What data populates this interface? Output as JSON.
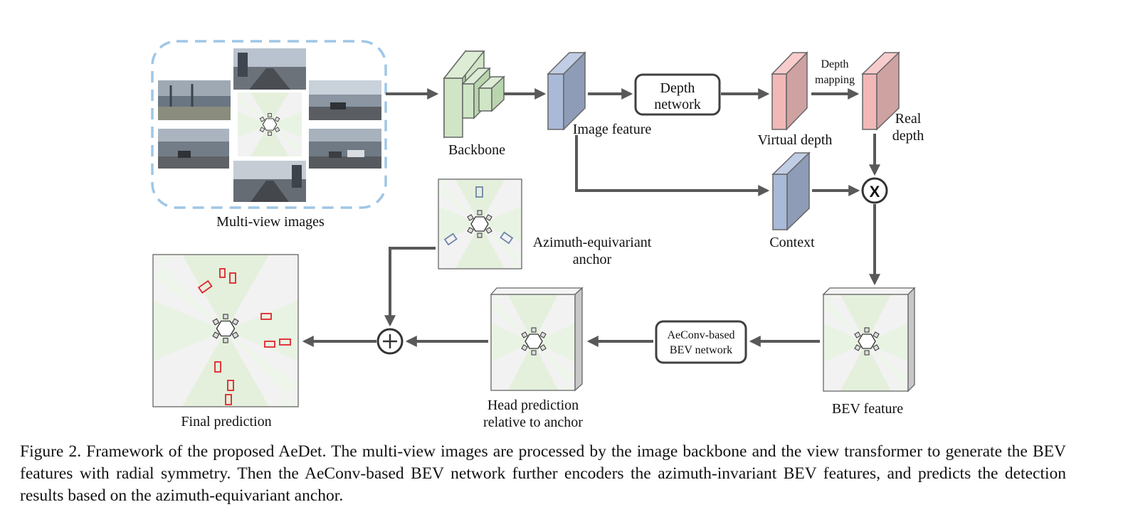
{
  "labels": {
    "multi_view": "Multi-view images",
    "backbone": "Backbone",
    "image_feature": "Image feature",
    "depth_network_1": "Depth",
    "depth_network_2": "network",
    "virtual_depth": "Virtual depth",
    "depth_mapping_1": "Depth",
    "depth_mapping_2": "mapping",
    "real_depth_1": "Real",
    "real_depth_2": "depth",
    "context": "Context",
    "multiply_symbol": "X",
    "azimuth_anchor_1": "Azimuth-equivariant",
    "azimuth_anchor_2": "anchor",
    "final_prediction": "Final prediction",
    "head_prediction_1": "Head prediction",
    "head_prediction_2": "relative to anchor",
    "aeconv_1": "AeConv-based",
    "aeconv_2": "BEV network",
    "bev_feature": "BEV feature"
  },
  "caption": "Figure 2.  Framework of the proposed AeDet.  The multi-view images are processed by the image backbone and the view transformer to generate the BEV features with radial symmetry.  Then the AeConv-based BEV network further encoders the azimuth-invariant BEV features, and predicts the detection results based on the azimuth-equivariant anchor.",
  "colors": {
    "arrow": "#595959",
    "backbone_green": "#cfe5c6",
    "feature_blue": "#a9b9d8",
    "depth_pink": "#f2b8b8",
    "dashed_border": "#9fc6e6",
    "prediction_red": "#e0242c",
    "anchor_blue": "#6f86a8"
  }
}
